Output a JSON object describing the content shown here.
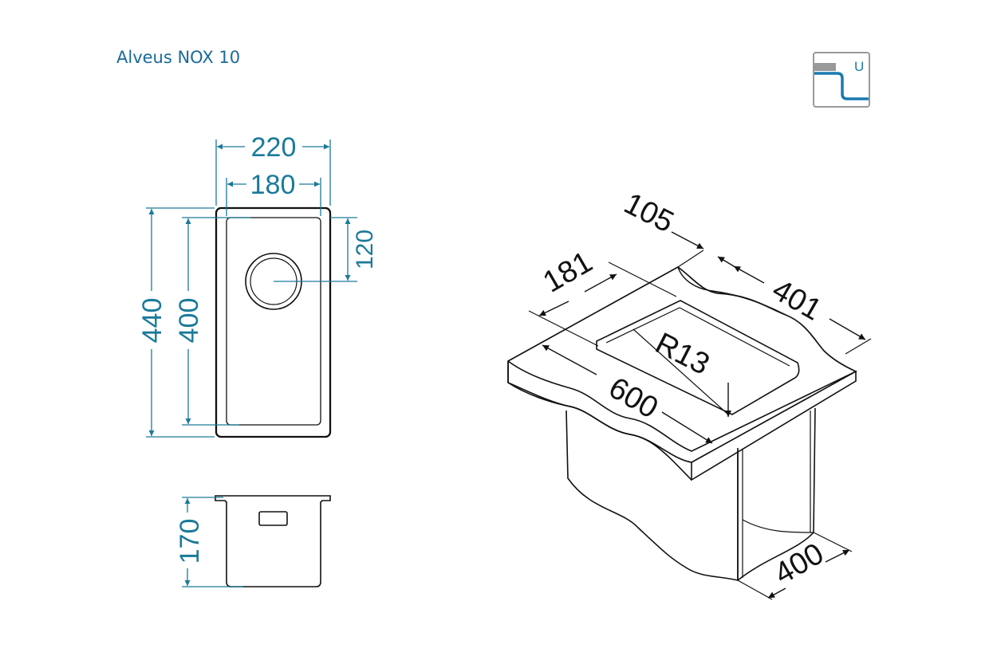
{
  "title": "Alveus NOX 10",
  "mount_icon": {
    "label": "U",
    "colors": {
      "frame": "#999999",
      "pipe": "#1a7ab0"
    }
  },
  "top_view": {
    "outer_width": "220",
    "inner_width": "180",
    "outer_length": "440",
    "inner_length": "400",
    "drain_offset": "120"
  },
  "side_view": {
    "depth": "170"
  },
  "iso_view": {
    "d105": "105",
    "d181": "181",
    "d401": "401",
    "radius": "R13",
    "d600": "600",
    "d400": "400"
  },
  "colors": {
    "dimension": "#1a7a9a",
    "title": "#1a6a9a",
    "outline": "#111111"
  }
}
